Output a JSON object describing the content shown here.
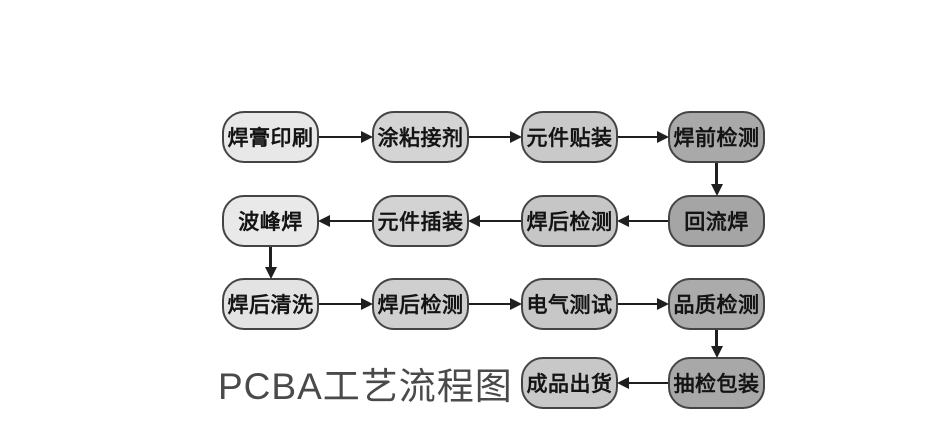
{
  "title": "PCBA工艺流程图",
  "colors": {
    "background": "#ffffff",
    "node_border": "#444444",
    "node_text": "#141414",
    "arrow": "#1f1f1f",
    "title_text": "#4a4a4a"
  },
  "nodes": [
    {
      "id": "solder-paste-printing",
      "label": "焊膏印刷",
      "row": 1,
      "col": 1,
      "fill": "#e8e8e8"
    },
    {
      "id": "adhesive-coating",
      "label": "涂粘接剂",
      "row": 1,
      "col": 2,
      "fill": "#d4d4d4"
    },
    {
      "id": "component-placement",
      "label": "元件贴装",
      "row": 1,
      "col": 3,
      "fill": "#c9c9c9"
    },
    {
      "id": "pre-solder-inspection",
      "label": "焊前检测",
      "row": 1,
      "col": 4,
      "fill": "#a9a9a9"
    },
    {
      "id": "wave-soldering",
      "label": "波峰焊",
      "row": 2,
      "col": 1,
      "fill": "#e9e9e9"
    },
    {
      "id": "component-insertion",
      "label": "元件插装",
      "row": 2,
      "col": 2,
      "fill": "#d3d3d3"
    },
    {
      "id": "post-solder-inspection-1",
      "label": "焊后检测",
      "row": 2,
      "col": 3,
      "fill": "#c6c6c6"
    },
    {
      "id": "reflow-soldering",
      "label": "回流焊",
      "row": 2,
      "col": 4,
      "fill": "#a5a5a5"
    },
    {
      "id": "post-solder-cleaning",
      "label": "焊后清洗",
      "row": 3,
      "col": 1,
      "fill": "#e3e3e3"
    },
    {
      "id": "post-solder-inspection-2",
      "label": "焊后检测",
      "row": 3,
      "col": 2,
      "fill": "#cfcfcf"
    },
    {
      "id": "electrical-testing",
      "label": "电气测试",
      "row": 3,
      "col": 3,
      "fill": "#c7c7c7"
    },
    {
      "id": "quality-inspection",
      "label": "品质检测",
      "row": 3,
      "col": 4,
      "fill": "#ababab"
    },
    {
      "id": "finished-product-shipment",
      "label": "成品出货",
      "row": 4,
      "col": 3,
      "fill": "#c8c8c8"
    },
    {
      "id": "sampling-packaging",
      "label": "抽检包装",
      "row": 4,
      "col": 4,
      "fill": "#a8a8a8"
    }
  ],
  "connections": [
    {
      "from": "solder-paste-printing",
      "to": "adhesive-coating"
    },
    {
      "from": "adhesive-coating",
      "to": "component-placement"
    },
    {
      "from": "component-placement",
      "to": "pre-solder-inspection"
    },
    {
      "from": "pre-solder-inspection",
      "to": "reflow-soldering"
    },
    {
      "from": "reflow-soldering",
      "to": "post-solder-inspection-1"
    },
    {
      "from": "post-solder-inspection-1",
      "to": "component-insertion"
    },
    {
      "from": "component-insertion",
      "to": "wave-soldering"
    },
    {
      "from": "wave-soldering",
      "to": "post-solder-cleaning"
    },
    {
      "from": "post-solder-cleaning",
      "to": "post-solder-inspection-2"
    },
    {
      "from": "post-solder-inspection-2",
      "to": "electrical-testing"
    },
    {
      "from": "electrical-testing",
      "to": "quality-inspection"
    },
    {
      "from": "quality-inspection",
      "to": "sampling-packaging"
    },
    {
      "from": "sampling-packaging",
      "to": "finished-product-shipment"
    }
  ]
}
